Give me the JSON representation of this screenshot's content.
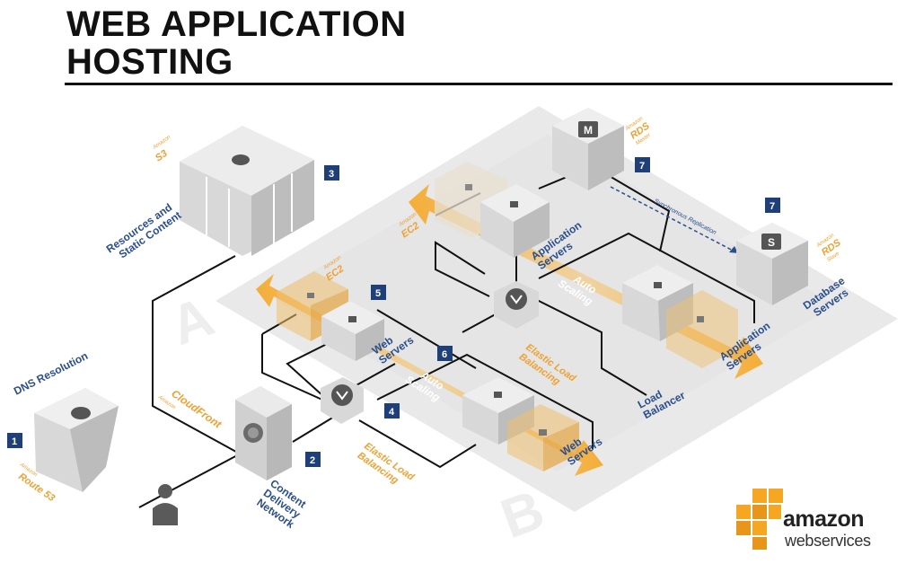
{
  "title": {
    "line1": "WEB APPLICATION",
    "line2": "HOSTING"
  },
  "zones": {
    "a": "A",
    "b": "B"
  },
  "labels": {
    "dns_resolution": "DNS Resolution",
    "route53": "Route 53",
    "amazon_small": "Amazon",
    "cloudfront": "CloudFront",
    "content_delivery_network": [
      "Content",
      "Delivery",
      "Network"
    ],
    "resources_static": [
      "Resources and",
      "Static Content"
    ],
    "s3": "S3",
    "ec2": "EC2",
    "web_servers": [
      "Web",
      "Servers"
    ],
    "application_servers": [
      "Application",
      "Servers"
    ],
    "auto_scaling": [
      "Auto",
      "Scaling"
    ],
    "elastic_load_balancing": [
      "Elastic Load",
      "Balancing"
    ],
    "load_balancer": [
      "Load",
      "Balancer"
    ],
    "database_servers": [
      "Database",
      "Servers"
    ],
    "rds_master": [
      "RDS",
      "Master"
    ],
    "rds_slave": [
      "RDS",
      "Slave"
    ],
    "synchronous_replication": "Synchronous Replication"
  },
  "badges": [
    "1",
    "2",
    "3",
    "4",
    "5",
    "6",
    "7"
  ],
  "logo": {
    "word": "amazon",
    "sub": "webservices"
  },
  "colors": {
    "badge": "#1f3f78",
    "orange": "#f0a030",
    "server_gray": "#d4d4d4",
    "line": "#111111",
    "label_blue": "#2b4e8c"
  }
}
